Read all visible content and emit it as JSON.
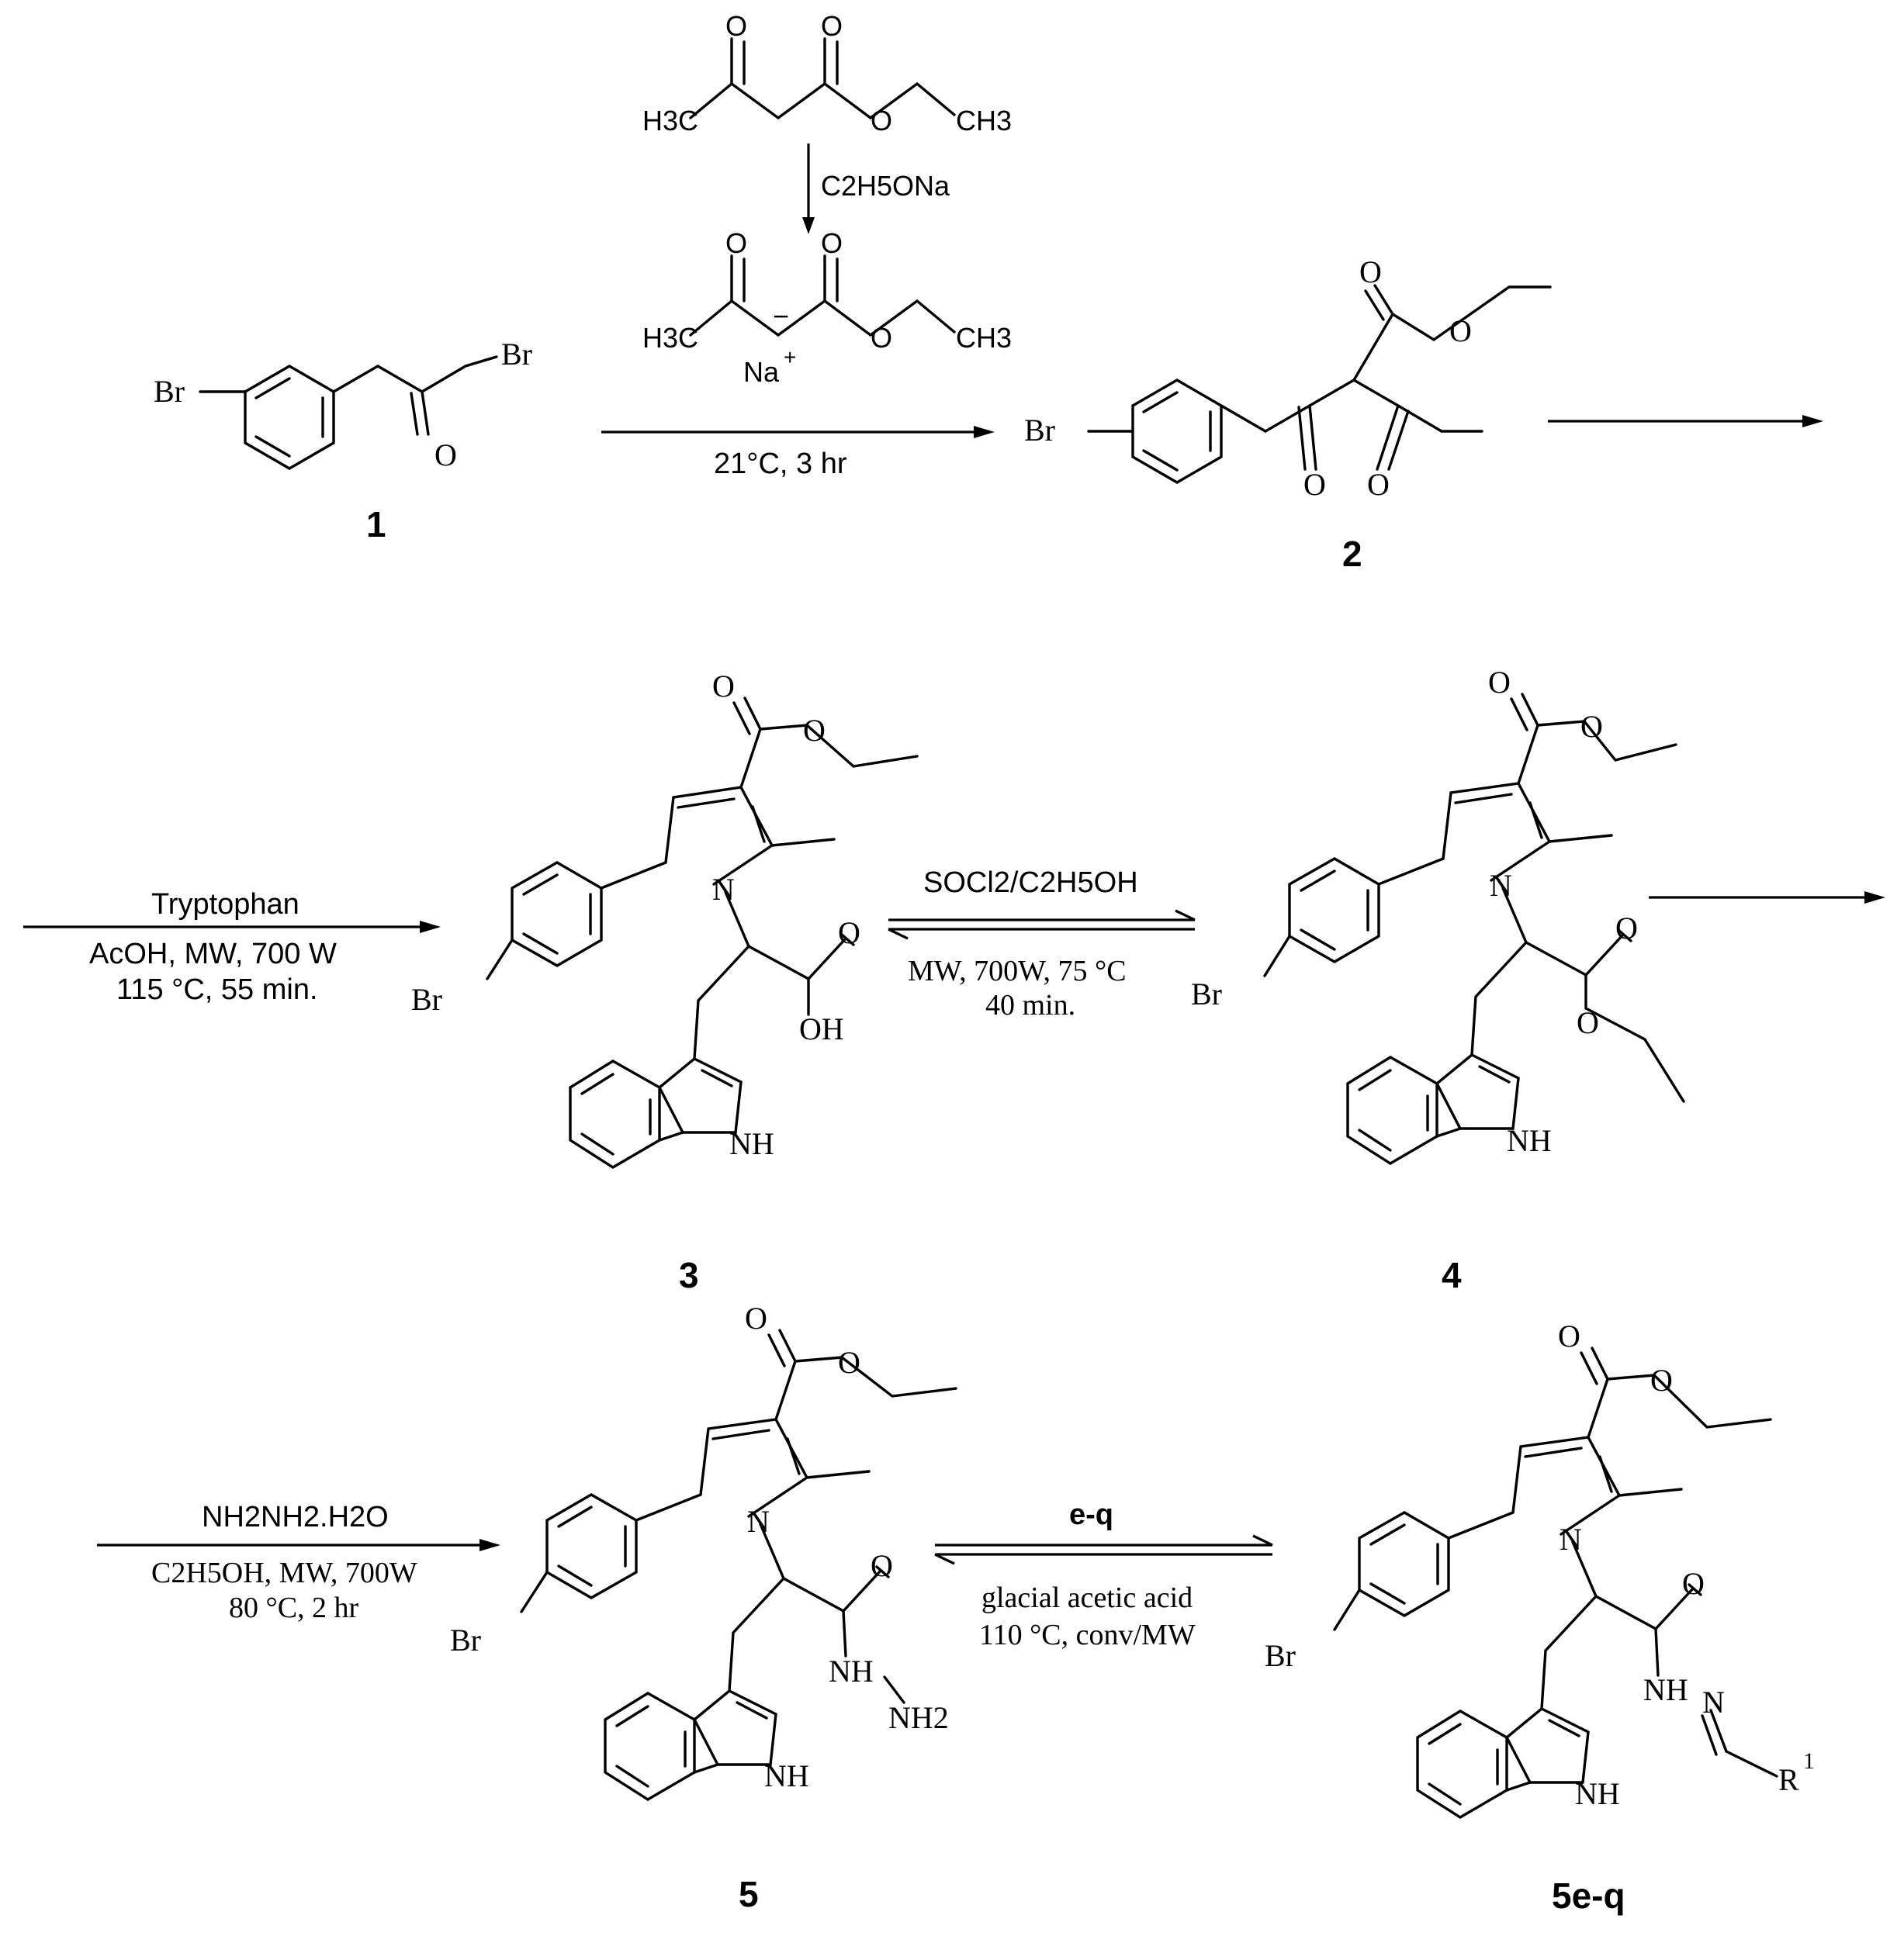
{
  "compounds": {
    "c1": "1",
    "c2": "2",
    "c3": "3",
    "c4": "4",
    "c5": "5",
    "c5eq": "5e-q"
  },
  "reagents": {
    "top_reagent": "C2H5ONa",
    "step1": "21°C, 3 hr",
    "step2_reagent": "Tryptophan",
    "step2_cond1": "AcOH, MW, 700 W",
    "step2_cond2": "115 °C, 55 min.",
    "step3_reagent": "SOCl2/C2H5OH",
    "step3_cond1": "MW, 700W, 75 °C",
    "step3_cond2": "40 min.",
    "step4_reagent": "NH2NH2.H2O",
    "step4_cond1": "C2H5OH, MW, 700W",
    "step4_cond2": "80 °C, 2 hr",
    "step5_reagent": "e-q",
    "step5_cond1": "glacial acetic acid",
    "step5_cond2": "110 °C, conv/MW"
  },
  "atoms": {
    "Br": "Br",
    "O": "O",
    "N": "N",
    "NH": "NH",
    "OH": "OH",
    "NH2": "NH2",
    "H3C": "H3C",
    "CH3": "CH3",
    "Na": "Na",
    "plus": "+",
    "minus": "−",
    "R": "R",
    "one": "1"
  }
}
